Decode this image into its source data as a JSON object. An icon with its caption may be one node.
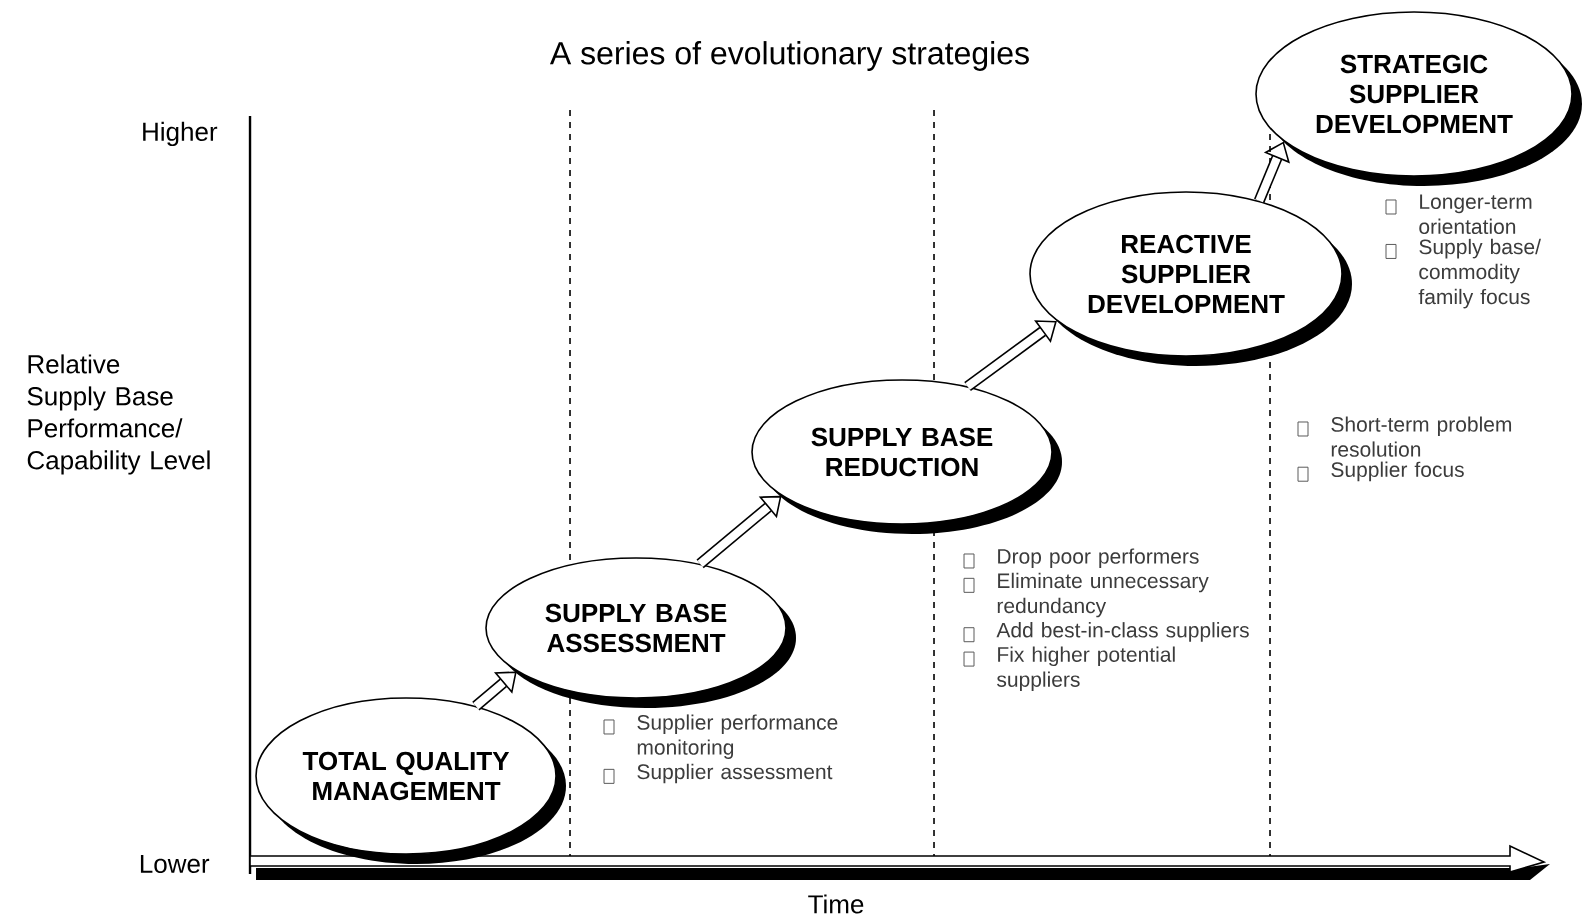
{
  "diagram": {
    "title": "A series of evolutionary strategies",
    "nodes": [
      {
        "text": [
          "TOTAL QUALITY MANAGEMENT"
        ]
      },
      {
        "text": [
          "SUPPLY BASE ASSESSMENT"
        ],
        "beside": [
          "Supplier performance monitoring",
          "Supplier assessment"
        ]
      },
      {
        "text": [
          "SUPPLY BASE REDUCTION"
        ],
        "beside": [
          "Drop poor performers",
          "Eliminate unnecessary redundancy",
          "Add best-in-class suppliers",
          "Fix higher potential suppliers"
        ]
      },
      {
        "text": [
          "REACTIVE SUPPLIER DEVELOPMENT"
        ],
        "beside": [
          "Short-term problem resolution",
          "Supplier focus"
        ]
      },
      {
        "text": [
          "STRATEGIC SUPPLIER DEVELOPMENT"
        ],
        "beside": [
          "Longer-term orientation",
          "Supply base/ commodity family focus"
        ]
      }
    ],
    "edges": [
      {
        "from": 0,
        "to": 1,
        "arrow": "to"
      },
      {
        "from": 1,
        "to": 2,
        "arrow": "to"
      },
      {
        "from": 2,
        "to": 3,
        "arrow": "to"
      },
      {
        "from": 3,
        "to": 4,
        "arrow": "to"
      }
    ],
    "labels": [
      "Higher",
      "Relative Supply Base Performance/ Capability Level",
      "Lower",
      "Time"
    ]
  }
}
